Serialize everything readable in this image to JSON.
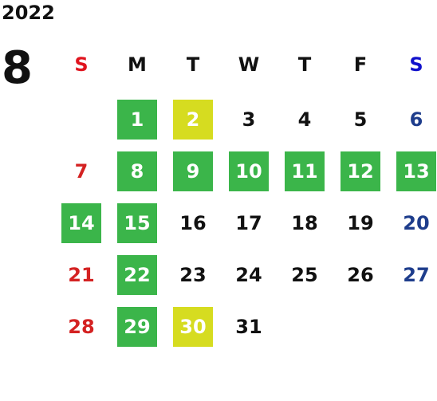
{
  "year": "2022",
  "month": "8",
  "weekdays": [
    "S",
    "M",
    "T",
    "W",
    "T",
    "F",
    "S"
  ],
  "colors": {
    "sunday_header": "#e0141e",
    "saturday_header": "#1111cc",
    "sunday_text": "#d42222",
    "saturday_text": "#1e3d8c",
    "highlight_green": "#3bb54a",
    "highlight_yellow": "#d6dc20"
  },
  "weeks": [
    [
      null,
      {
        "d": "1",
        "h": "green"
      },
      {
        "d": "2",
        "h": "yellow"
      },
      {
        "d": "3"
      },
      {
        "d": "4"
      },
      {
        "d": "5"
      },
      {
        "d": "6"
      }
    ],
    [
      {
        "d": "7"
      },
      {
        "d": "8",
        "h": "green"
      },
      {
        "d": "9",
        "h": "green"
      },
      {
        "d": "10",
        "h": "green"
      },
      {
        "d": "11",
        "h": "green"
      },
      {
        "d": "12",
        "h": "green"
      },
      {
        "d": "13",
        "h": "green"
      }
    ],
    [
      {
        "d": "14",
        "h": "green"
      },
      {
        "d": "15",
        "h": "green"
      },
      {
        "d": "16"
      },
      {
        "d": "17"
      },
      {
        "d": "18"
      },
      {
        "d": "19"
      },
      {
        "d": "20"
      }
    ],
    [
      {
        "d": "21"
      },
      {
        "d": "22",
        "h": "green"
      },
      {
        "d": "23"
      },
      {
        "d": "24"
      },
      {
        "d": "25"
      },
      {
        "d": "26"
      },
      {
        "d": "27"
      }
    ],
    [
      {
        "d": "28"
      },
      {
        "d": "29",
        "h": "green"
      },
      {
        "d": "30",
        "h": "yellow"
      },
      {
        "d": "31"
      },
      null,
      null,
      null
    ]
  ]
}
